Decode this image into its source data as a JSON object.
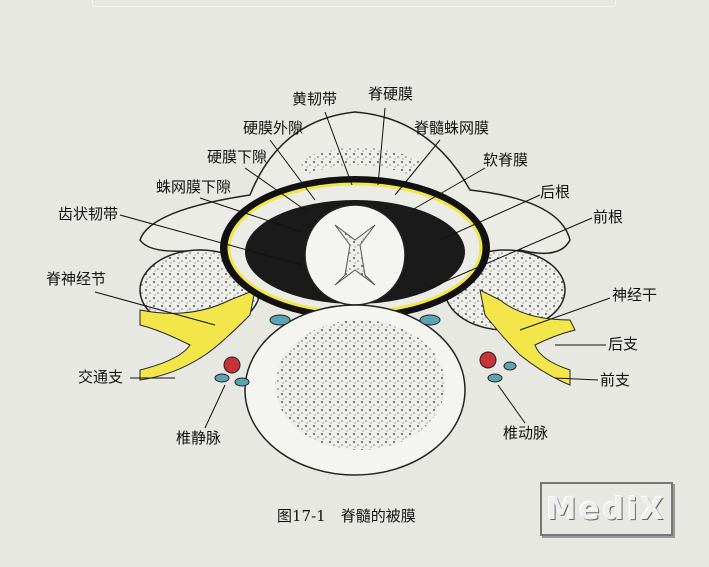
{
  "labels": {
    "ligamentum_flavum": "黄韧带",
    "spinal_dura": "脊硬膜",
    "epidural_space": "硬膜外隙",
    "arachnoid": "脊髓蛛网膜",
    "subdural_space": "硬膜下隙",
    "pia_mater": "软脊膜",
    "subarachnoid_space": "蛛网膜下隙",
    "posterior_root": "后根",
    "denticulate_ligament": "齿状韧带",
    "anterior_root": "前根",
    "spinal_ganglion": "脊神经节",
    "nerve_trunk": "神经干",
    "posterior_branch": "后支",
    "communicating_branch": "交通支",
    "anterior_branch": "前支",
    "vertebral_vein": "椎静脉",
    "vertebral_artery": "椎动脉"
  },
  "caption": "图17-1　脊髓的被膜",
  "watermark": "MediX",
  "colors": {
    "background": "#e8e8e2",
    "nerve": "#f2e64a",
    "vessel_red": "#c8323a",
    "vessel_blue": "#5aa5b4"
  }
}
